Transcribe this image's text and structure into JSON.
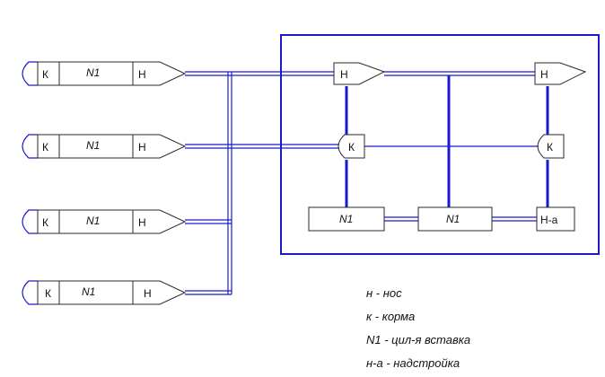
{
  "labels": {
    "stern": "К",
    "bow": "Н",
    "insert": "N1",
    "superstructure": "Н-а"
  },
  "legend": [
    "н - нос",
    "к - корма",
    "N1 - цил-я вставка",
    "н-а - надстройка"
  ]
}
